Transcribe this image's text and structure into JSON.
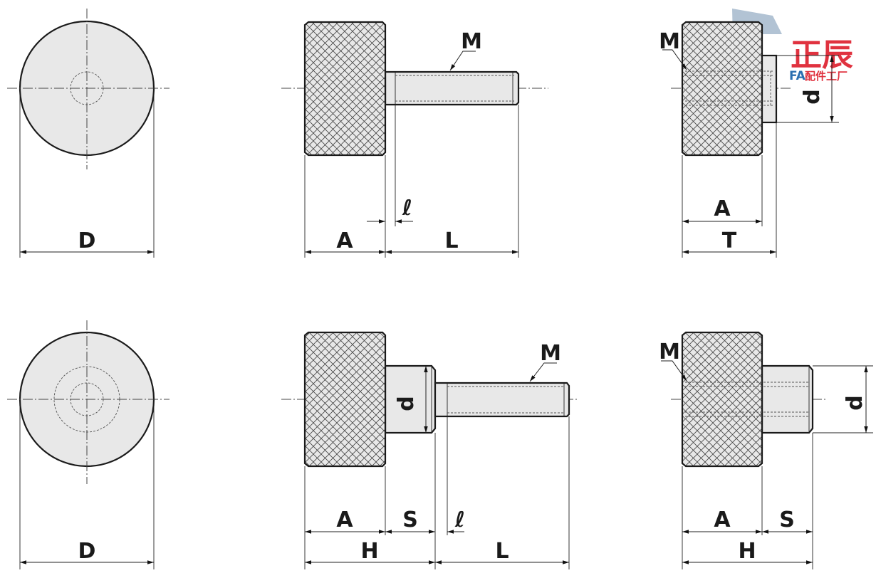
{
  "labels": {
    "D": "D",
    "A": "A",
    "L": "L",
    "M": "M",
    "ell": "ℓ",
    "T": "T",
    "d": "d",
    "S": "S",
    "H": "H"
  },
  "logo": {
    "main": "正辰",
    "fa": "FA",
    "sub": "配件工厂"
  },
  "colors": {
    "part_fill": "#e8e8e8",
    "outline": "#1a1a1a",
    "logo_red": "#e0323f",
    "logo_blue": "#2a6fb0"
  }
}
